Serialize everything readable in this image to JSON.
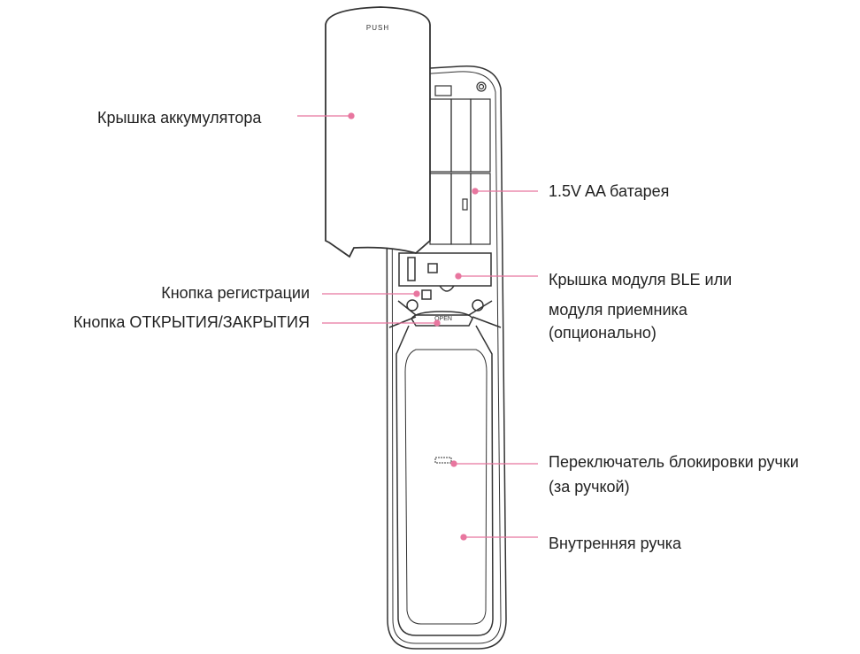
{
  "device_marks": {
    "push": "PUSH",
    "open": "OPEN"
  },
  "labels": {
    "battery_cover": "Крышка аккумулятора",
    "battery": "1.5V AA батарея",
    "ble_cover_line1": "Крышка модуля BLE или",
    "ble_cover_line2": "модуля приемника",
    "ble_cover_line3": "(опционально)",
    "register_button": "Кнопка регистрации",
    "open_close_button": "Кнопка ОТКРЫТИЯ/ЗАКРЫТИЯ",
    "handle_lock_line1": "Переключатель блокировки ручки",
    "handle_lock_line2": "(за ручкой)",
    "inner_handle": "Внутренняя ручка"
  },
  "colors": {
    "leader": "#e8769f",
    "outline": "#333333"
  }
}
